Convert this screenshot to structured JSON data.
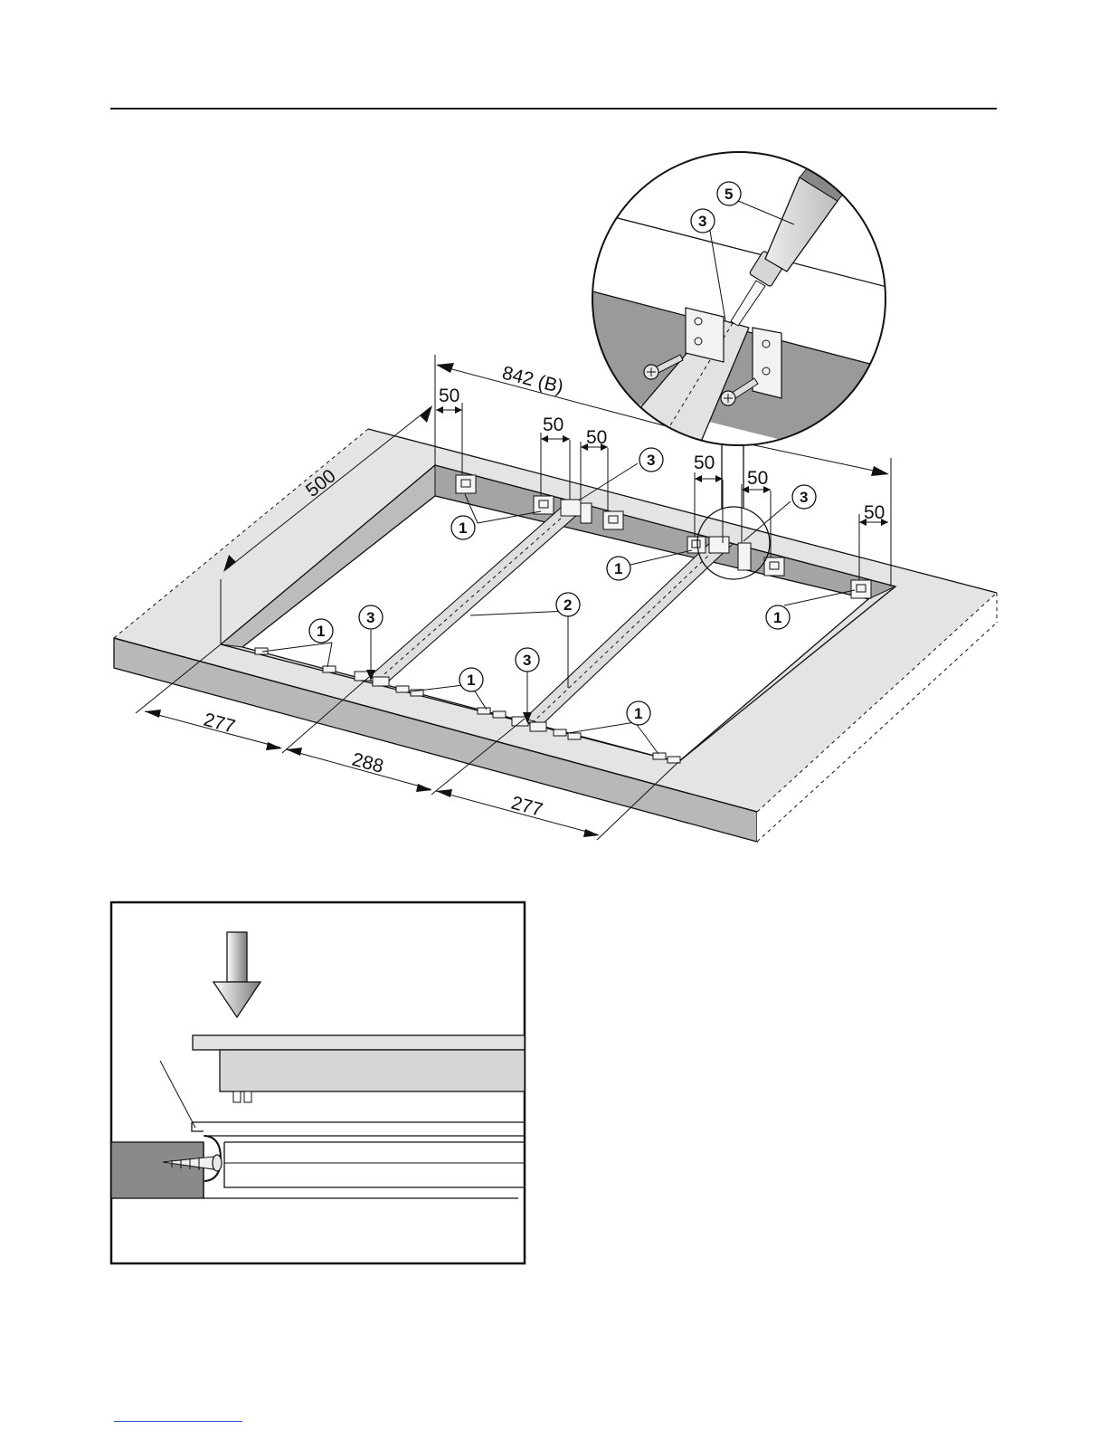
{
  "colors": {
    "worktop_top": "#e4e4e4",
    "worktop_front": "#b8b8b8",
    "cutout_wall": "#a4a4a4",
    "cutout_floor": "#ffffff",
    "line": "#111111",
    "link": "#2b54c8"
  },
  "dimensions": {
    "width_label": "842 (B)",
    "depth_label": "500",
    "clip_offset_label": "50",
    "front_left": "277",
    "front_middle": "288",
    "front_right": "277"
  },
  "callouts": {
    "clip": "1",
    "bar": "2",
    "bar_end": "3",
    "sealant": "5"
  },
  "icons": {
    "push_down": "down-arrow-icon",
    "screw": "screw-icon",
    "sealant_tube": "sealant-tube-icon"
  }
}
